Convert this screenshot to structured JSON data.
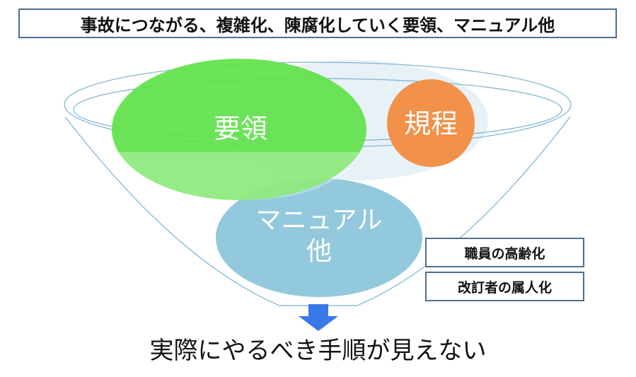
{
  "title": "事故につながる、複雑化、陳腐化していく要領、マニュアル他",
  "circles": {
    "youryou": "要領",
    "kitei": "規程",
    "manual_line1": "マニュアル",
    "manual_line2": "他"
  },
  "causes": [
    "職員の高齢化",
    "改訂者の属人化"
  ],
  "result": "実際にやるべき手順が見えない",
  "colors": {
    "green": "#5fe24a",
    "orange": "#f2914a",
    "blue": "#93c9dc",
    "funnel_line": "#79b2d2",
    "arrow": "#3b78e7",
    "box_border": "#4f6e91"
  }
}
